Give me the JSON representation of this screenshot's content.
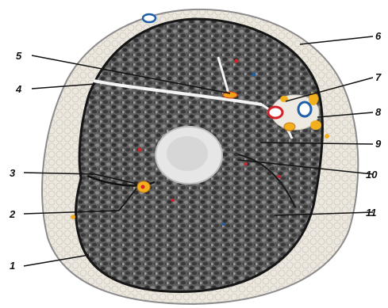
{
  "labels": [
    "1",
    "2",
    "3",
    "4",
    "5",
    "6",
    "7",
    "8",
    "9",
    "10",
    "11"
  ],
  "colors": {
    "background": "#ffffff",
    "skin": "#e8e4dc",
    "fascia_outline": "#1a1a1a",
    "muscle_base": "#6b6b6b",
    "muscle_fiber_dark": "#2c2c2c",
    "muscle_fiber_light": "#9a9a9a",
    "bone_cortex": "#e9e9e9",
    "bone_marrow": "#d6d6d6",
    "artery": "#d2232a",
    "vein": "#1f5fa8",
    "nerve_fat": "#f2b01e"
  }
}
